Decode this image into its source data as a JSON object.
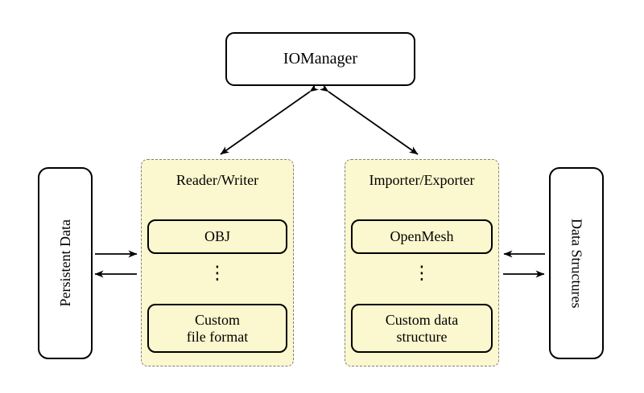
{
  "diagram": {
    "root": {
      "label": "IOManager"
    },
    "left_side": {
      "label": "Persistent Data"
    },
    "right_side": {
      "label": "Data Structures"
    },
    "groups": [
      {
        "title": "Reader/Writer",
        "top_item": "OBJ",
        "ellipsis": "⋮",
        "bottom_item": "Custom\nfile format"
      },
      {
        "title": "Importer/Exporter",
        "top_item": "OpenMesh",
        "ellipsis": "⋮",
        "bottom_item": "Custom data\nstructure"
      }
    ],
    "colors": {
      "group_fill": "#fbf7ce",
      "group_border": "#7f7f7f",
      "box_border": "#000000",
      "background": "#ffffff"
    }
  }
}
